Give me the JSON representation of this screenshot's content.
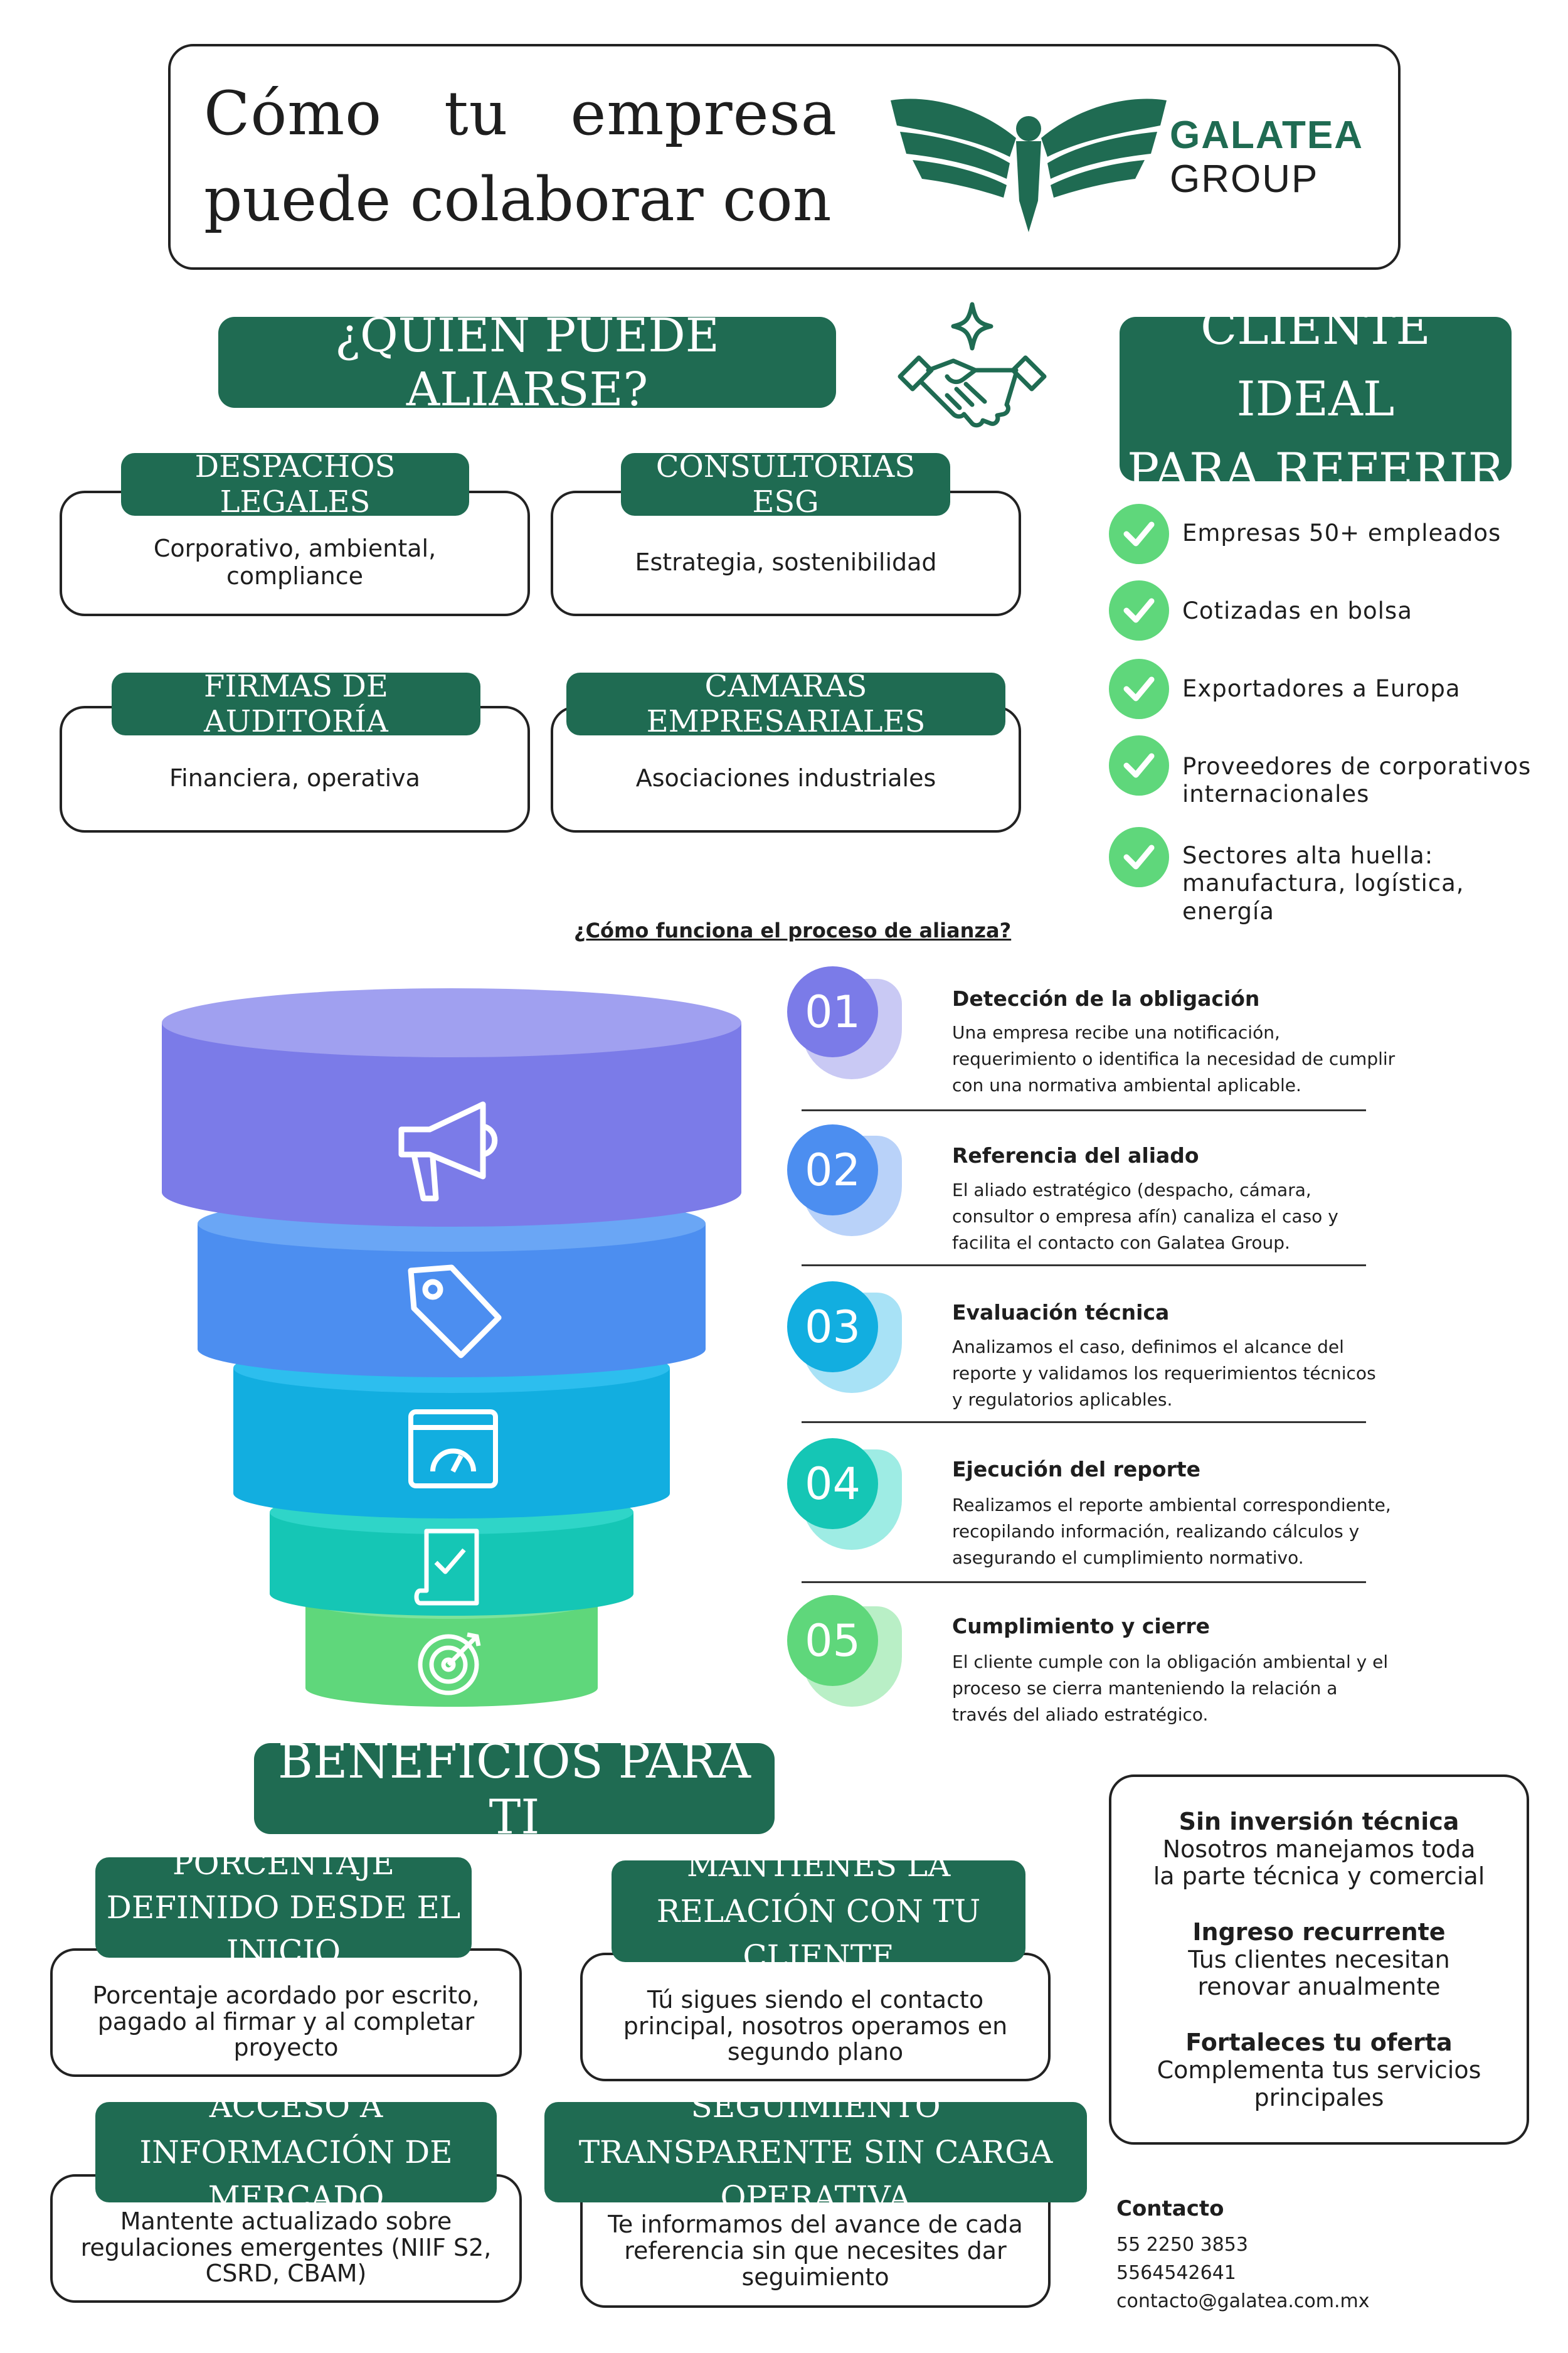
{
  "header": {
    "title_line1": "Cómo tu empresa",
    "title_line2": "puede colaborar con",
    "logo_word1": "GALATEA",
    "logo_word2": "GROUP"
  },
  "who": {
    "heading": "¿QUIÉN PUEDE ALIARSE?",
    "cards": [
      {
        "title": "DESPACHOS LEGALES",
        "desc": "Corporativo, ambiental, compliance"
      },
      {
        "title": "CONSULTORÍAS ESG",
        "desc": "Estrategia, sostenibilidad"
      },
      {
        "title": "FIRMAS DE AUDITORÍA",
        "desc": "Financiera, operativa"
      },
      {
        "title": "CÁMARAS EMPRESARIALES",
        "desc": "Asociaciones industriales"
      }
    ]
  },
  "ideal": {
    "heading_line1": "CLIENTE IDEAL",
    "heading_line2": "PARA REFERIR",
    "items": [
      "Empresas 50+ empleados",
      "Cotizadas en bolsa",
      "Exportadores a Europa",
      "Proveedores de corporativos internacionales",
      "Sectores alta huella: manufactura, logística, energía"
    ]
  },
  "process": {
    "heading": "¿Cómo funciona el proceso de alianza?",
    "steps": [
      {
        "num": "01",
        "title": "Detección de la obligación",
        "desc": "Una empresa recibe una notificación, requerimiento o identifica la necesidad de cumplir con una normativa ambiental aplicable.",
        "color": "#7b7be8",
        "icon": "megaphone-icon"
      },
      {
        "num": "02",
        "title": "Referencia del aliado",
        "desc": "El aliado estratégico (despacho, cámara, consultor o empresa afín) canaliza el caso y facilita el contacto con Galatea Group.",
        "color": "#4c8ef0",
        "icon": "tag-icon"
      },
      {
        "num": "03",
        "title": "Evaluación técnica",
        "desc": "Analizamos el caso, definimos el alcance del reporte y validamos los requerimientos técnicos y regulatorios aplicables.",
        "color": "#12aee0",
        "icon": "dashboard-icon"
      },
      {
        "num": "04",
        "title": "Ejecución del reporte",
        "desc": "Realizamos el reporte ambiental correspondiente, recopilando información, realizando cálculos y asegurando el cumplimiento normativo.",
        "color": "#15c6b5",
        "icon": "document-check-icon"
      },
      {
        "num": "05",
        "title": "Cumplimiento y cierre",
        "desc": "El cliente cumple con la obligación ambiental y el proceso se cierra manteniendo la relación a través del aliado estratégico.",
        "color": "#5fd77b",
        "icon": "target-icon"
      }
    ]
  },
  "benefits": {
    "heading": "BENEFICIOS PARA TI",
    "cards": [
      {
        "title": "PORCENTAJE DEFINIDO DESDE EL INICIO",
        "desc": "Porcentaje acordado por escrito, pagado al firmar y al completar proyecto"
      },
      {
        "title": "MANTIENES LA RELACIÓN CON TU CLIENTE",
        "desc": "Tú sigues siendo el contacto principal, nosotros operamos en segundo plano"
      },
      {
        "title": "ACCESO A INFORMACIÓN DE MERCADO",
        "desc": "Mantente actualizado sobre regulaciones emergentes (NIIF S2, CSRD, CBAM)"
      },
      {
        "title": "SEGUIMIENTO TRANSPARENTE SIN CARGA OPERATIVA",
        "desc": "Te informamos del avance de cada referencia sin que necesites dar seguimiento"
      }
    ],
    "side": [
      {
        "title": "Sin inversión técnica",
        "desc": "Nosotros manejamos toda la parte técnica y comercial"
      },
      {
        "title": "Ingreso recurrente",
        "desc": "Tus clientes necesitan renovar anualmente"
      },
      {
        "title": "Fortaleces tu oferta",
        "desc": "Complementa tus servicios principales"
      }
    ]
  },
  "contact": {
    "heading": "Contacto",
    "phone1": "55 2250 3853",
    "phone2": "5564542641",
    "email": "contacto@galatea.com.mx"
  },
  "colors": {
    "brand": "#1f6b52",
    "check": "#5fd77b"
  }
}
